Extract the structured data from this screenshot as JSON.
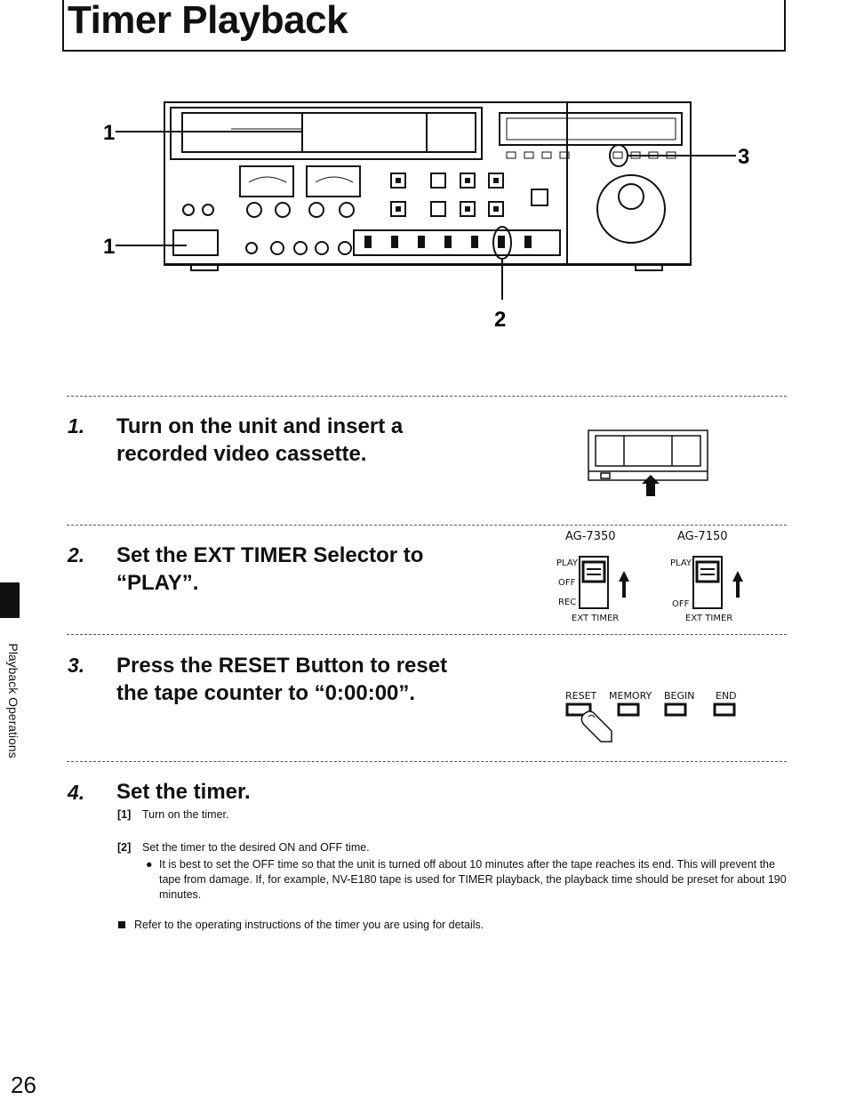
{
  "title": "Timer Playback",
  "figure": {
    "callout_1a": "1",
    "callout_1b": "1",
    "callout_2": "2",
    "callout_3": "3"
  },
  "steps": [
    {
      "num": "1.",
      "line1": "Turn on the unit and insert a",
      "line2": "recorded video cassette."
    },
    {
      "num": "2.",
      "line1": "Set the EXT TIMER Selector to",
      "line2": "“PLAY”."
    },
    {
      "num": "3.",
      "line1": "Press the RESET Button to reset",
      "line2": "the tape counter to “0:00:00”."
    },
    {
      "num": "4.",
      "line1": "Set the timer."
    }
  ],
  "selector": {
    "model_a": "AG-7350",
    "model_b": "AG-7150",
    "play": "PLAY",
    "off": "OFF",
    "rec": "REC",
    "caption": "EXT TIMER"
  },
  "buttons": {
    "reset": "RESET",
    "memory": "MEMORY",
    "begin": "BEGIN",
    "end": "END"
  },
  "timer": {
    "sub1_num": "[1]",
    "sub1_text": "Turn on the timer.",
    "sub2_num": "[2]",
    "sub2_text": "Set the timer to the desired ON and OFF time.",
    "bullet": "It is best to set the OFF time so that the unit is turned off about 10 minutes after the tape reaches its end. This will prevent the tape from damage. If, for example, NV-E180 tape is used for TIMER playback, the playback time should be preset for about 190 minutes.",
    "note": "Refer to the operating instructions of the timer you are using for details."
  },
  "side_tab": "Playback Operations",
  "page_number": "26"
}
